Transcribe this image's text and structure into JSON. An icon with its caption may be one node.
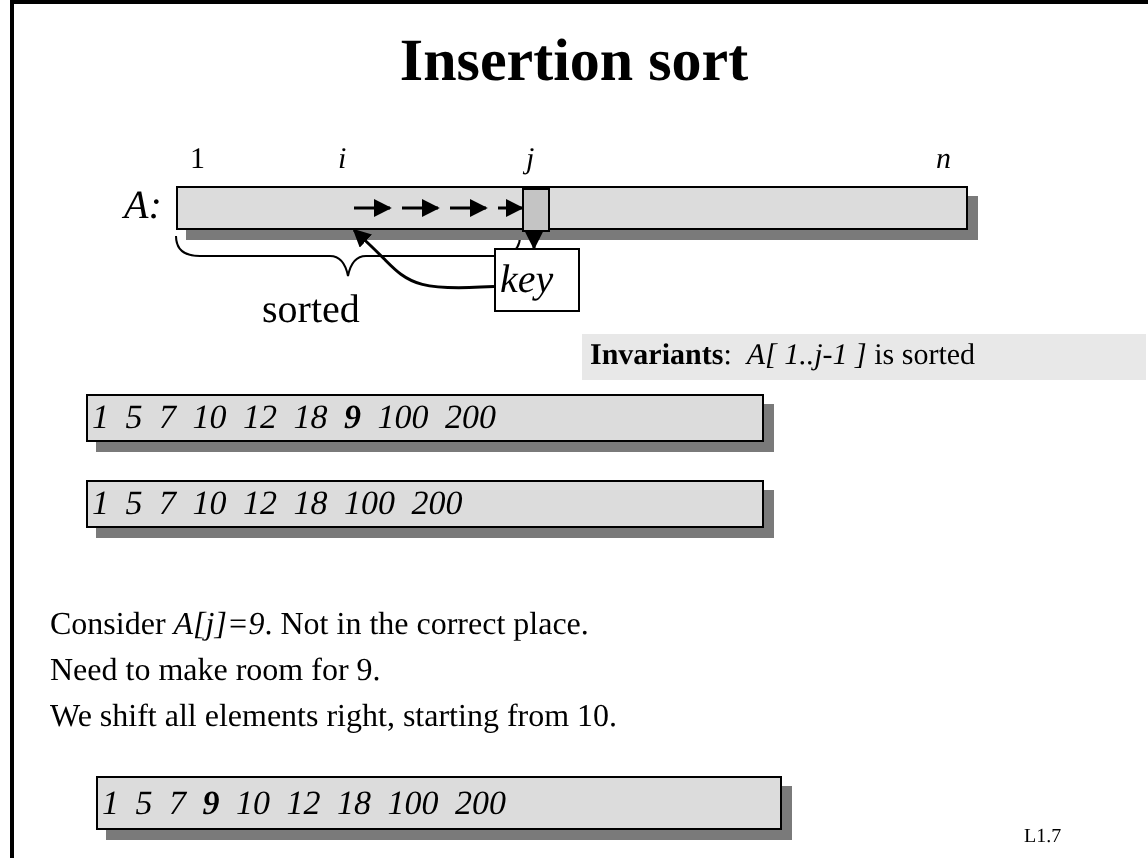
{
  "diagram": {
    "title": "Insertion sort",
    "nodes": [
      {
        "text": [],
        "shape": "bar",
        "beside": [
          "A:"
        ]
      },
      {
        "text": [],
        "shape": "box",
        "in": 0
      },
      {
        "text": [
          "key"
        ]
      },
      {
        "text": [
          "**Invariants**:  *A[ 1..j-1 ]* is sorted"
        ]
      },
      {
        "text": [
          "1 5 7 10 12 18 **9** 100 200"
        ]
      },
      {
        "text": [
          "1 5 7 10 12 18 100 200"
        ]
      },
      {
        "text": [
          "1 5 7 **9** 10 12 18 100 200"
        ]
      }
    ],
    "edges": [
      {
        "from": 1,
        "to": 2,
        "arrow": "to"
      },
      {
        "from": 2,
        "to": 0,
        "arrow": "to"
      }
    ],
    "labels": [
      "1",
      "i",
      "j",
      "n",
      "sorted",
      "Consider *A[j]=9*. Not in the correct place.",
      "Need to make room for 9.",
      "We shift all elements right, starting from 10.",
      "L1.7"
    ]
  }
}
